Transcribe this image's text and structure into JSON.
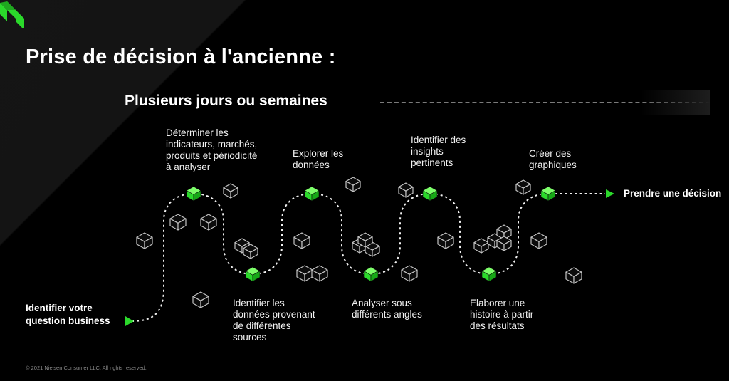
{
  "title": "Prise de décision à l'ancienne :",
  "subtitle": "Plusieurs jours ou semaines",
  "start_label_lines": [
    "Identifier votre",
    "question business"
  ],
  "end_label": "Prendre une décision",
  "steps": [
    {
      "lines": [
        "Déterminer les",
        "indicateurs, marchés,",
        "produits et périodicité",
        "à analyser"
      ]
    },
    {
      "lines": [
        "Identifier les",
        "données provenant",
        "de différentes",
        "sources"
      ]
    },
    {
      "lines": [
        "Explorer les",
        "données"
      ]
    },
    {
      "lines": [
        "Analyser sous",
        "différents angles"
      ]
    },
    {
      "lines": [
        "Identifier des",
        "insights",
        "pertinents"
      ]
    },
    {
      "lines": [
        "Elaborer une",
        "histoire à partir",
        "des résultats"
      ]
    },
    {
      "lines": [
        "Créer des",
        "graphiques"
      ]
    }
  ],
  "copyright": "© 2021 Nielsen Consumer LLC. All rights reserved.",
  "colors": {
    "accent": "#2bd92b",
    "background": "#0b0b0b",
    "cube_outline": "#bfbfbf"
  },
  "icons": {
    "logo": "nielsen-logo-icon",
    "milestone": "green-cube-icon",
    "decoration": "outline-cube-icon"
  }
}
